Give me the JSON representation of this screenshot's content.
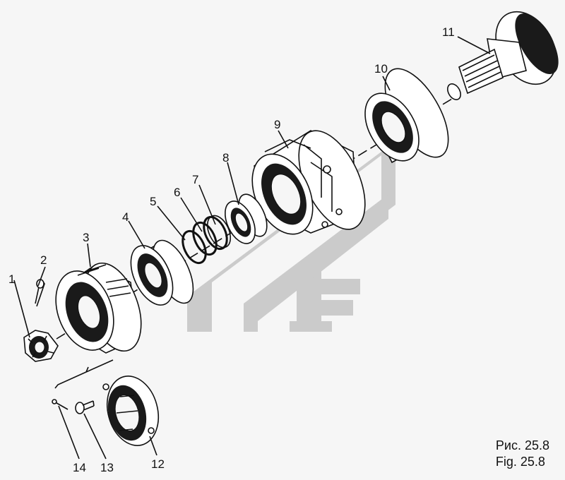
{
  "labels": {
    "p1": "1",
    "p2": "2",
    "p3": "3",
    "p4": "4",
    "p5": "5",
    "p6": "6",
    "p7": "7",
    "p8": "8",
    "p9": "9",
    "p10": "10",
    "p11": "11",
    "p12": "12",
    "p13": "13",
    "p14": "14"
  },
  "caption": {
    "line1": "Рис. 25.8",
    "line2": "Fig. 25.8"
  },
  "colors": {
    "ink": "#111111",
    "background": "#f6f6f6",
    "watermark": "#b9b9b9"
  }
}
